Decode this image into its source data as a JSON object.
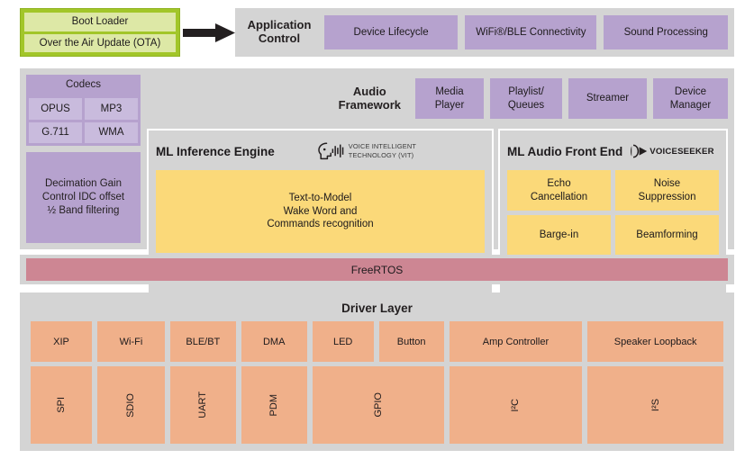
{
  "boot": {
    "items": [
      {
        "label": "Boot Loader"
      },
      {
        "label": "Over the Air Update (OTA)"
      }
    ]
  },
  "application_control": {
    "title": "Application\nControl",
    "title_line1": "Application",
    "title_line2": "Control",
    "modules": [
      {
        "label": "Device Lifecycle"
      },
      {
        "label": "WiFi®/BLE Connectivity"
      },
      {
        "label": "Sound Processing"
      }
    ]
  },
  "codecs": {
    "title": "Codecs",
    "items": [
      "OPUS",
      "MP3",
      "G.711",
      "WMA"
    ],
    "decimation": "Decimation Gain\nControl IDC offset\n½ Band filtering",
    "decimation_line1": "Decimation Gain",
    "decimation_line2": "Control IDC offset",
    "decimation_line3": "½ Band filtering"
  },
  "audio_framework": {
    "title_line1": "Audio",
    "title_line2": "Framework",
    "modules": [
      {
        "label_line1": "Media",
        "label_line2": "Player"
      },
      {
        "label_line1": "Playlist/",
        "label_line2": "Queues"
      },
      {
        "label_line1": "Streamer",
        "label_line2": ""
      },
      {
        "label_line1": "Device",
        "label_line2": "Manager"
      }
    ]
  },
  "ml_inference": {
    "title": "ML Inference Engine",
    "logo_icon": "voice-head-waveform-icon",
    "logo_line1": "VOICE INTELLIGENT",
    "logo_line2": "TECHNOLOGY (VIT)",
    "block_line1": "Text-to-Model",
    "block_line2": "Wake Word and",
    "block_line3": "Commands recognition"
  },
  "ml_audio_front_end": {
    "title": "ML Audio Front End",
    "logo_icon": "voiceseeker-play-icon",
    "logo_text": "VOICESEEKER",
    "blocks": [
      {
        "line1": "Echo",
        "line2": "Cancellation"
      },
      {
        "line1": "Noise",
        "line2": "Suppression"
      },
      {
        "line1": "Barge-in",
        "line2": ""
      },
      {
        "line1": "Beamforming",
        "line2": ""
      }
    ]
  },
  "rtos": {
    "label": "FreeRTOS"
  },
  "driver_layer": {
    "title": "Driver Layer",
    "top_row": [
      "XIP",
      "Wi-Fi",
      "BLE/BT",
      "DMA",
      "LED",
      "Button",
      "Amp Controller",
      "Speaker Loopback"
    ],
    "bottom_row": [
      "SPI",
      "SDIO",
      "UART",
      "PDM",
      "GPIO",
      "I²C",
      "I²S"
    ]
  },
  "colors": {
    "panel_gray": "#d4d4d4",
    "purple": "#b6a2ce",
    "purple_light": "#c9bbdd",
    "yellow": "#fbd979",
    "salmon": "#f0b08a",
    "rose": "#cd8693",
    "green_border": "#a2c629",
    "green_fill": "#dde8a6",
    "text": "#231f20"
  }
}
